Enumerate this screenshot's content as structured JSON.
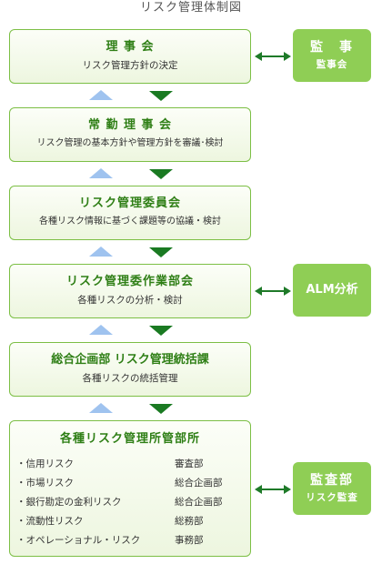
{
  "title": "リスク管理体制図",
  "boxes": [
    {
      "title": "理 事 会",
      "subtitle": "リスク管理方針の決定"
    },
    {
      "title": "常 勤 理 事 会",
      "subtitle": "リスク管理の基本方針や管理方針を審議･検討"
    },
    {
      "title": "リスク管理委員会",
      "subtitle": "各種リスク情報に基づく課題等の協議・検討"
    },
    {
      "title": "リスク管理委作業部会",
      "subtitle": "各種リスクの分析・検討"
    },
    {
      "title": "総合企画部 リスク管理統括課",
      "subtitle": "各種リスクの統括管理"
    },
    {
      "title": "各種リスク管理所管部所"
    }
  ],
  "risk_list": [
    {
      "item": "・信用リスク",
      "dept": "審査部"
    },
    {
      "item": "・市場リスク",
      "dept": "総合企画部"
    },
    {
      "item": "・銀行勘定の金利リスク",
      "dept": "総合企画部"
    },
    {
      "item": "・流動性リスク",
      "dept": "総務部"
    },
    {
      "item": "・オペレーショナル・リスク",
      "dept": "事務部"
    }
  ],
  "side_boxes": {
    "kanji": {
      "title": "監　事",
      "subtitle": "監事会"
    },
    "alm": {
      "title": "ALM分析"
    },
    "audit": {
      "title": "監査部",
      "subtitle": "リスク監査"
    }
  },
  "colors": {
    "border": "#7cbf45",
    "title_text": "#2f7f16",
    "side_fill": "#8fce55",
    "up_arrow": "#9fc3ef",
    "down_arrow": "#1a7a22"
  }
}
